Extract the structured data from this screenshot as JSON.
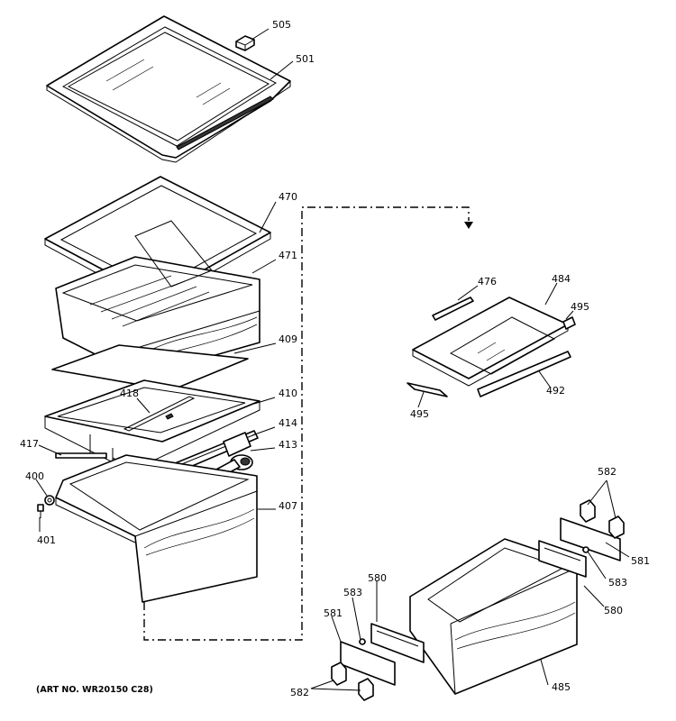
{
  "labels": {
    "p505": "505",
    "p501": "501",
    "p470": "470",
    "p471": "471",
    "p409": "409",
    "p418": "418",
    "p410": "410",
    "p414": "414",
    "p417": "417",
    "p413": "413",
    "p400": "400",
    "p401": "401",
    "p407": "407",
    "p476": "476",
    "p484": "484",
    "p495a": "495",
    "p495b": "495",
    "p492": "492",
    "p582a": "582",
    "p581a": "581",
    "p583a": "583",
    "p580a": "580",
    "p580b": "580",
    "p583b": "583",
    "p581b": "581",
    "p485": "485",
    "p582b": "582"
  },
  "caption": "(ART NO. WR20150 C28)"
}
